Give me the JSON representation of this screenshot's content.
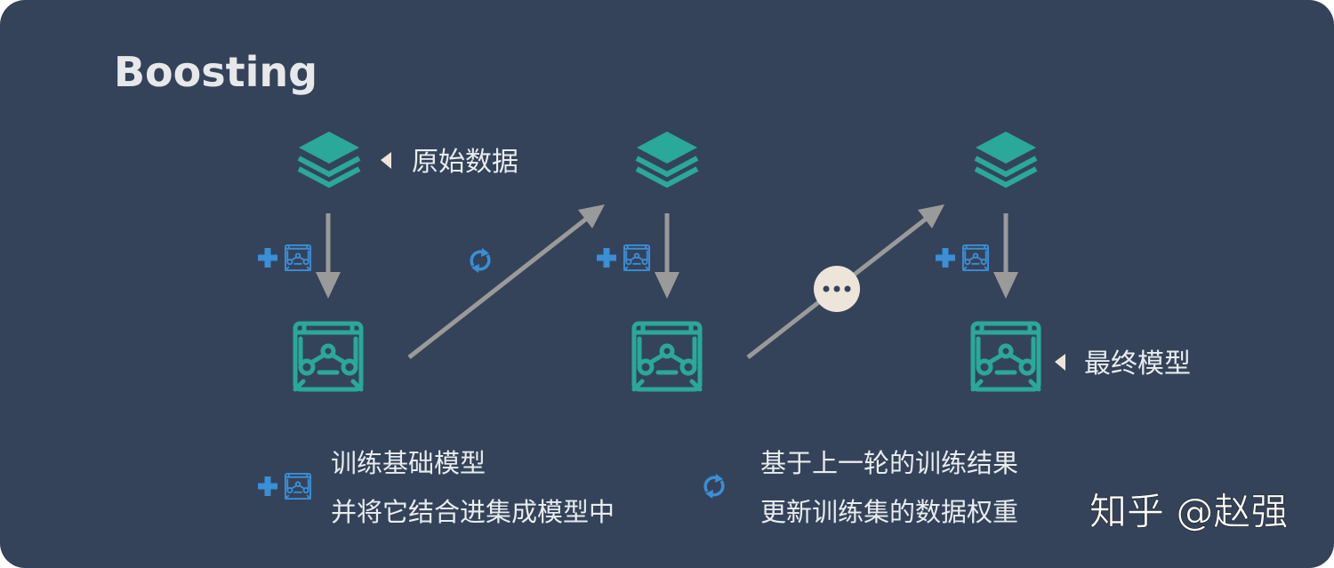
{
  "title": "Boosting",
  "labels": {
    "raw_data": "原始数据",
    "final_model": "最终模型"
  },
  "legend": {
    "add_model_line1": "训练基础模型",
    "add_model_line2": "并将它结合进集成模型中",
    "update_line1": "基于上一轮的训练结果",
    "update_line2": "更新训练集的数据权重"
  },
  "watermark": "知乎 @赵强",
  "colors": {
    "background": "#34435a",
    "teal": "#2aa89a",
    "blue": "#3a8fd6",
    "arrow": "#9a9a9a",
    "ellipsis_fill": "#ede4da"
  }
}
